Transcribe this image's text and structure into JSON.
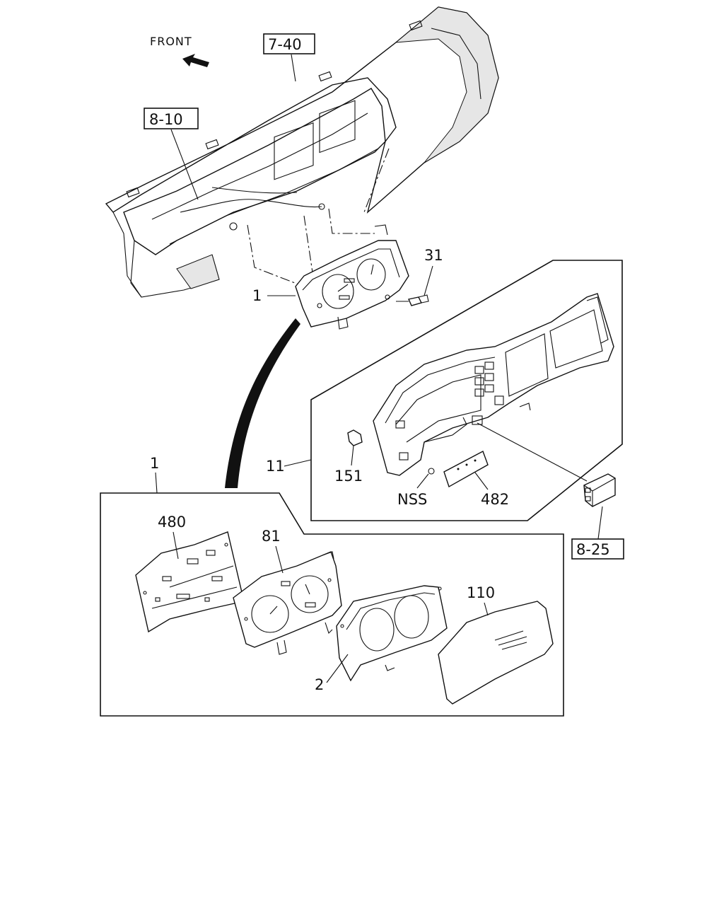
{
  "diagram": {
    "front_label": "FRONT",
    "refs": {
      "r740": "7-40",
      "r810": "8-10",
      "r825": "8-25"
    },
    "labels": {
      "p1_top": "1",
      "p31": "31",
      "p11": "11",
      "p151": "151",
      "pNSS": "NSS",
      "p482": "482",
      "p1_detail": "1",
      "p480": "480",
      "p81": "81",
      "p110": "110",
      "p2": "2"
    }
  }
}
